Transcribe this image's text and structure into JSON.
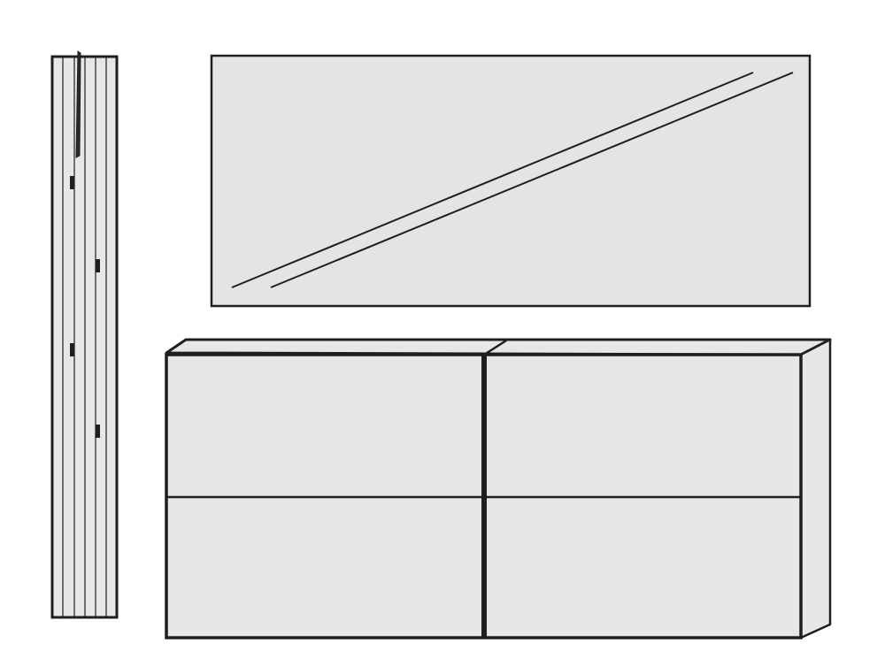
{
  "diagram": {
    "title": "",
    "components": [
      {
        "id": "coat-rack-panel",
        "kind": "slatted wall panel with hooks",
        "hooks": 4,
        "slats": 5
      },
      {
        "id": "wall-mirror",
        "kind": "rectangular mirror with diagonal reflection lines"
      },
      {
        "id": "sideboard",
        "kind": "four-drawer chest",
        "drawer_columns": 2,
        "drawer_rows": 2
      }
    ],
    "colors": {
      "line": "#1f1f1f",
      "fill": "#e6e7e8",
      "mirror_fill": "#e3e4e5",
      "background": "#ffffff"
    }
  }
}
